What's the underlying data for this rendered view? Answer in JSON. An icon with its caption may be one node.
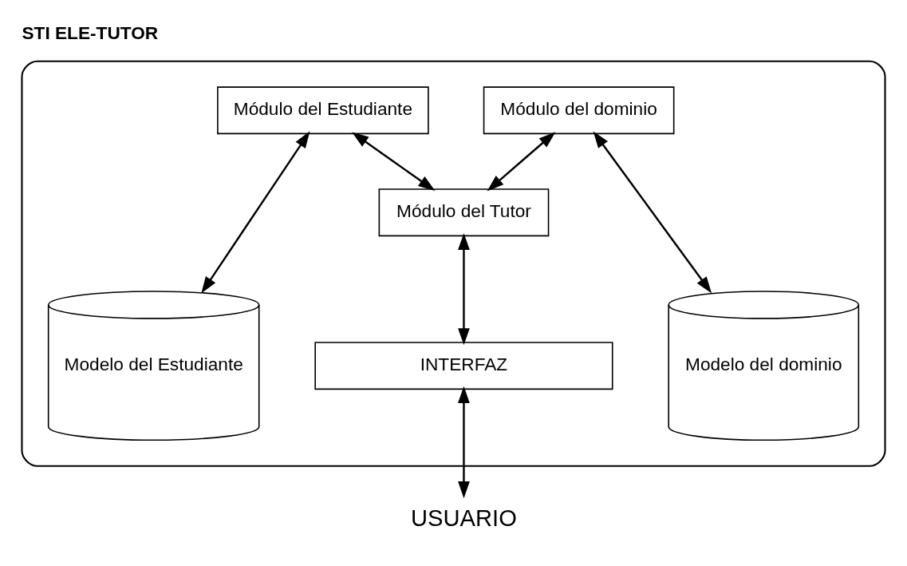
{
  "diagram": {
    "title": "STI ELE-TUTOR",
    "nodes": [
      {
        "text": [],
        "shape": "box"
      },
      {
        "text": [
          "Módulo del Estudiante"
        ],
        "in": 0
      },
      {
        "text": [
          "Módulo del dominio"
        ],
        "in": 0
      },
      {
        "text": [
          "Módulo del Tutor"
        ],
        "in": 0
      },
      {
        "text": [
          "Modelo del Estudiante"
        ],
        "in": 0
      },
      {
        "text": [
          "INTERFAZ"
        ],
        "in": 0
      },
      {
        "text": [
          "Modelo del dominio"
        ],
        "in": 0
      },
      {
        "text": [
          "USUARIO"
        ]
      }
    ],
    "edges": [
      {
        "from": 1,
        "to": 4,
        "arrow": "both"
      },
      {
        "from": 1,
        "to": 3,
        "arrow": "both"
      },
      {
        "from": 2,
        "to": 3,
        "arrow": "both"
      },
      {
        "from": 2,
        "to": 6,
        "arrow": "both"
      },
      {
        "from": 3,
        "to": 5,
        "arrow": "both"
      },
      {
        "from": 5,
        "to": 7,
        "arrow": "both"
      }
    ]
  }
}
